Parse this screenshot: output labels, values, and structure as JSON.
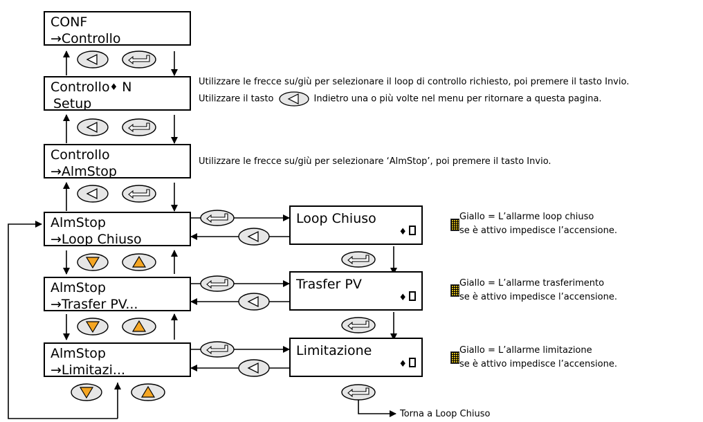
{
  "screens": {
    "conf": {
      "line1": "CONF",
      "line2": "→Controllo"
    },
    "controllo_n": {
      "line1": "Controllo",
      "updown": "♦",
      "n": "N",
      "line2": "Setup"
    },
    "controllo_alm": {
      "line1": "Controllo",
      "line2": "→AlmStop"
    },
    "almstop_loop": {
      "line1": "AlmStop",
      "line2": "→Loop Chiuso"
    },
    "almstop_trasfer": {
      "line1": "AlmStop",
      "line2": "→Trasfer PV..."
    },
    "almstop_limit": {
      "line1": "AlmStop",
      "line2": "→Limitazi..."
    },
    "loop_chiuso": {
      "title": "Loop Chiuso",
      "updown": "♦"
    },
    "trasfer_pv": {
      "title": "Trasfer PV",
      "updown": "♦"
    },
    "limitazione": {
      "title": "Limitazione",
      "updown": "♦"
    }
  },
  "notes": {
    "n1_a": "Utilizzare le frecce su/giù per selezionare il loop di controllo richiesto, poi premere il tasto Invio.",
    "n1_b1": "Utilizzare il tasto",
    "n1_b2": "Indietro una o più volte nel menu per ritornare a questa pagina.",
    "n2": "Utilizzare le frecce su/giù per selezionare ‘AlmStop’, poi premere il tasto Invio.",
    "y1_a": "Giallo = L’allarme loop chiuso",
    "y1_b": "se è attivo impedisce l’accensione.",
    "y2_a": "Giallo = L’allarme trasferimento",
    "y2_b": "se è attivo impedisce l’accensione.",
    "y3_a": "Giallo = L’allarme limitazione",
    "y3_b": "se è attivo impedisce l’accensione.",
    "torna": "Torna a Loop Chiuso"
  },
  "colors": {
    "scroll_button_fill": "#f5a623",
    "button_fill": "#e6e6e6",
    "swatch": "#e9d84a"
  },
  "icons": [
    "back-button-icon",
    "enter-button-icon",
    "down-button-icon",
    "up-button-icon",
    "yellow-swatch-icon"
  ]
}
